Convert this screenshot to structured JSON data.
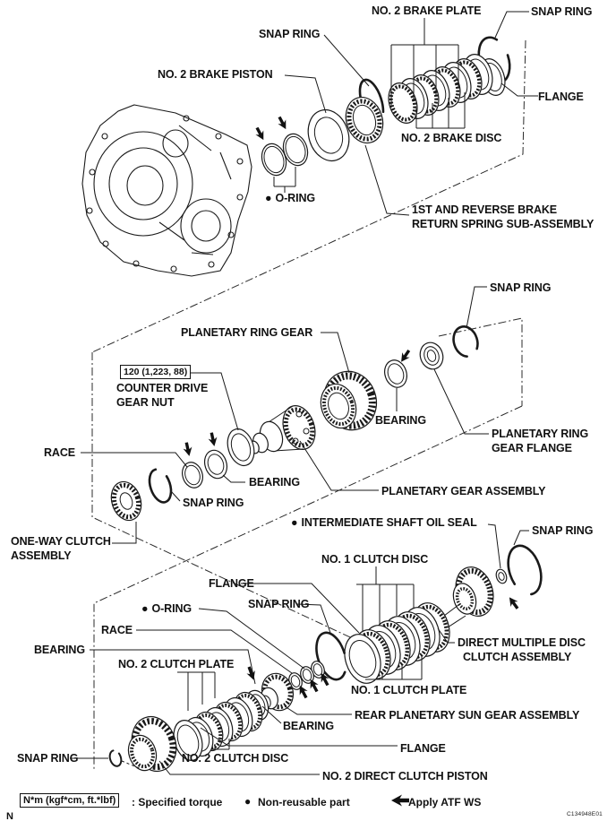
{
  "labels": {
    "no2_brake_plate": "NO. 2 BRAKE PLATE",
    "snap_ring_top_right": "SNAP RING",
    "snap_ring_top_left": "SNAP RING",
    "no2_brake_piston": "NO. 2 BRAKE PISTON",
    "flange_top": "FLANGE",
    "no2_brake_disc": "NO. 2 BRAKE DISC",
    "o_ring_top": "O-RING",
    "first_reverse_line1": "1ST AND REVERSE BRAKE",
    "first_reverse_line2": "RETURN SPRING SUB-ASSEMBLY",
    "snap_ring_mid_right": "SNAP RING",
    "planetary_ring_gear": "PLANETARY RING GEAR",
    "counter_drive_line1": "COUNTER DRIVE",
    "counter_drive_line2": "GEAR NUT",
    "bearing_mid_right": "BEARING",
    "prg_flange_line1": "PLANETARY RING",
    "prg_flange_line2": "GEAR FLANGE",
    "race_mid": "RACE",
    "bearing_mid": "BEARING",
    "snap_ring_mid": "SNAP RING",
    "planetary_gear_assembly": "PLANETARY GEAR ASSEMBLY",
    "one_way_line1": "ONE-WAY CLUTCH",
    "one_way_line2": "ASSEMBLY",
    "intermediate_oil_seal": "INTERMEDIATE SHAFT OIL SEAL",
    "snap_ring_lower_right": "SNAP RING",
    "no1_clutch_disc": "NO. 1 CLUTCH DISC",
    "flange_lower_mid": "FLANGE",
    "o_ring_bottom": "O-RING",
    "snap_ring_bottom_mid": "SNAP RING",
    "race_bottom": "RACE",
    "bearing_bottom_left": "BEARING",
    "no2_clutch_plate": "NO. 2 CLUTCH PLATE",
    "direct_multiple_line1": "DIRECT MULTIPLE DISC",
    "direct_multiple_line2": "CLUTCH ASSEMBLY",
    "no1_clutch_plate": "NO. 1 CLUTCH PLATE",
    "rear_planetary_sun_gear": "REAR PLANETARY SUN GEAR ASSEMBLY",
    "bearing_bottom_mid": "BEARING",
    "flange_bottom": "FLANGE",
    "snap_ring_bottom_left": "SNAP RING",
    "no2_clutch_disc": "NO. 2 CLUTCH DISC",
    "no2_direct_clutch_piston": "NO. 2 DIRECT CLUTCH PISTON"
  },
  "torque": {
    "value": "120 (1,223, 88)"
  },
  "legend": {
    "torque_box": "N*m (kgf*cm, ft.*lbf)",
    "torque_desc": ": Specified torque",
    "non_reusable": "Non-reusable part",
    "apply_atf": "Apply ATF WS"
  },
  "icons": {
    "non_reusable_bullet": "●"
  },
  "footer": {
    "page_letter": "N",
    "figure_code": "C134948E01"
  },
  "colors": {
    "ink": "#1a1a1a",
    "paper": "#ffffff"
  }
}
